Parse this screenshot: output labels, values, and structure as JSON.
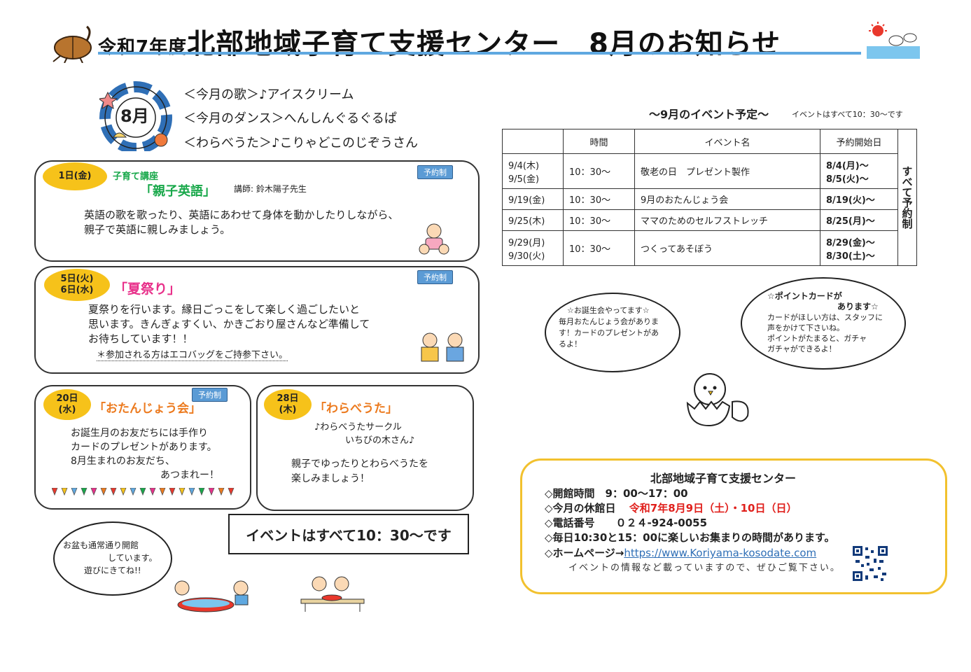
{
  "header": {
    "prefix": "令和7年度",
    "title": "北部地域子育て支援センター　8月のお知らせ"
  },
  "month_badge": "8月",
  "monthly": [
    "＜今月の歌＞♪アイスクリーム",
    "＜今月のダンス＞へんしんぐるぐるぱ",
    "＜わらべうた＞♪こりゃどこのじぞうさん"
  ],
  "reserve_label": "予約制",
  "events": {
    "english": {
      "date": "1日(金)",
      "series": "子育て講座",
      "title": "「親子英語」",
      "instructor": "講師: 鈴木陽子先生",
      "body": [
        "英語の歌を歌ったり、英語にあわせて身体を動かしたりしながら、",
        "親子で英語に親しみましょう。"
      ]
    },
    "festival": {
      "date1": "5日(火)",
      "date2": "6日(水)",
      "title": "「夏祭り」",
      "body": [
        "夏祭りを行います。縁日ごっこをして楽しく過ごしたいと",
        "思います。きんぎょすくい、かきごおり屋さんなど準備して",
        "お待ちしています！！"
      ],
      "note": "＊参加される方はエコバッグをご持参下さい。"
    },
    "birthday": {
      "date1": "20日",
      "date2": "(水)",
      "title": "「おたんじょう会」",
      "body": [
        "お誕生月のお友だちには手作り",
        "カードのプレゼントがあります。",
        "8月生まれのお友だち、",
        "あつまれー！"
      ]
    },
    "warabe": {
      "date1": "28日",
      "date2": "(木)",
      "title": "「わらべうた」",
      "sub": [
        "♪わらべうたサークル",
        "いちびの木さん♪"
      ],
      "body": [
        "親子でゆったりとわらべうたを",
        "楽しみましょう！"
      ]
    }
  },
  "all_events_banner": "イベントはすべて10：30〜です",
  "obon_bubble": [
    "お盆も通常通り開館",
    "しています。",
    "遊びにきてね!!"
  ],
  "september": {
    "heading": "〜9月のイベント予定〜",
    "note": "イベントはすべて10：30〜です",
    "columns": [
      "",
      "時間",
      "イベント名",
      "予約開始日"
    ],
    "side_label": "すべて予約制",
    "rows": [
      {
        "date": [
          "9/4(木)",
          "9/5(金)"
        ],
        "time": "10：30〜",
        "name": "敬老の日　プレゼント製作",
        "start": [
          "8/4(月)〜",
          "8/5(火)〜"
        ]
      },
      {
        "date": [
          "9/19(金)"
        ],
        "time": "10：30〜",
        "name": "9月のおたんじょう会",
        "start": [
          "8/19(火)〜"
        ]
      },
      {
        "date": [
          "9/25(木)"
        ],
        "time": "10：30〜",
        "name": "ママのためのセルフストレッチ",
        "start": [
          "8/25(月)〜"
        ]
      },
      {
        "date": [
          "9/29(月)",
          "9/30(火)"
        ],
        "time": "10：30〜",
        "name": "つくってあそぼう",
        "start": [
          "8/29(金)〜",
          "8/30(土)〜"
        ]
      }
    ]
  },
  "bubble_birthday": [
    "☆お誕生会やってます☆",
    "毎月おたんじょう会がありま",
    "す！カードのプレゼントがあ",
    "るよ！"
  ],
  "bubble_point": {
    "title1": "☆ポイントカードが",
    "title2": "あります☆",
    "body": [
      "カードがほしい方は、スタッフに",
      "声をかけて下さいね。",
      "ポイントがたまると、ガチャ",
      "ガチャができるよ！"
    ]
  },
  "info": {
    "name": "北部地域子育て支援センター",
    "hours": "◇開館時間　9：00〜17：00",
    "closed_label": "◇今月の休館日",
    "closed_value": "令和7年8月9日（土）・10日（日）",
    "phone": "◇電話番号　　０２４-924-0055",
    "daily": "◇毎日10:30と15：00に楽しいお集まりの時間があります。",
    "homepage_label": "◇ホームページ→",
    "homepage_url": "https://www.Koriyama-kosodate.com",
    "homepage_note": "イベントの情報など載っていますので、ぜひご覧下さい。"
  },
  "colors": {
    "accent_blue": "#5fa8e0",
    "oval_yellow": "#f6c21a",
    "green": "#18a84a",
    "pink": "#e8308a",
    "orange": "#ec7a1e",
    "red": "#e0201c",
    "info_border": "#f2c12e"
  }
}
